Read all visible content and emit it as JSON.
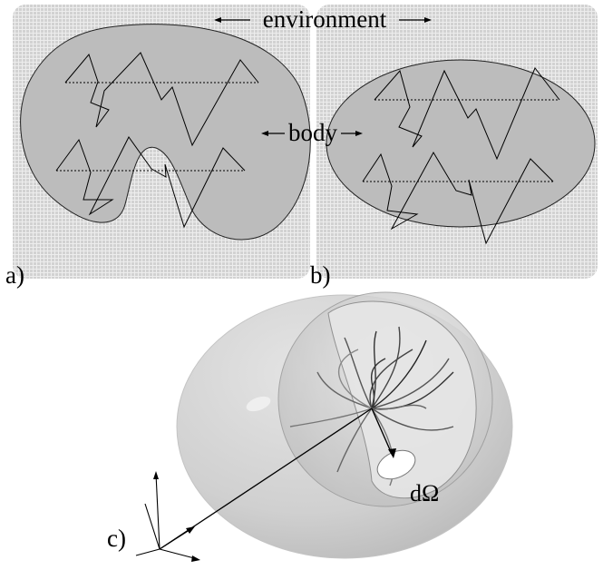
{
  "labels": {
    "environment": "environment",
    "body": "body",
    "panel_a": "a)",
    "panel_b": "b)",
    "panel_c": "c)",
    "solid_angle": "dΩ"
  },
  "colors": {
    "environment_fill": "#d4d4d4",
    "environment_grid": "#f2f2f2",
    "body_fill": "#bdbdbd",
    "ellipsoid_fill": "#cfcfcf",
    "path_stroke": "#000000"
  }
}
